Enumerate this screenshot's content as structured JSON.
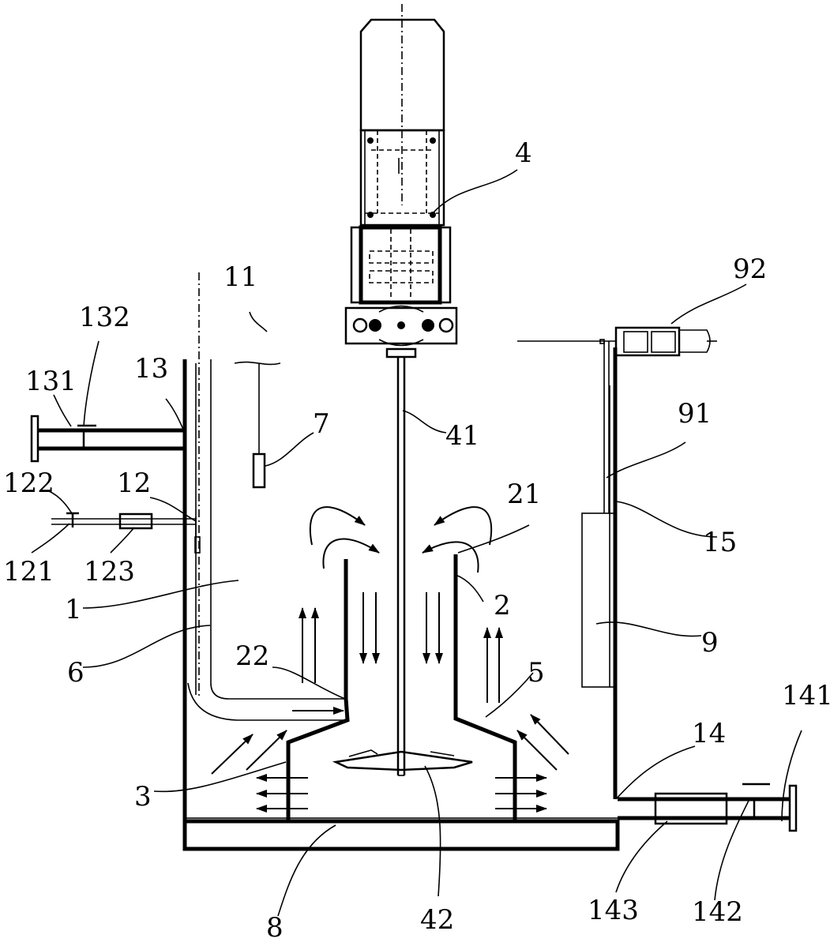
{
  "labels": {
    "l1": "1",
    "l2": "2",
    "l3": "3",
    "l4": "4",
    "l5": "5",
    "l6": "6",
    "l7": "7",
    "l8": "8",
    "l9": "9",
    "l11": "11",
    "l12": "12",
    "l13": "13",
    "l14": "14",
    "l15": "15",
    "l21": "21",
    "l22": "22",
    "l41": "41",
    "l42": "42",
    "l91": "91",
    "l92": "92",
    "l121": "121",
    "l122": "122",
    "l123": "123",
    "l131": "131",
    "l132": "132",
    "l141": "141",
    "l142": "142",
    "l143": "143"
  }
}
